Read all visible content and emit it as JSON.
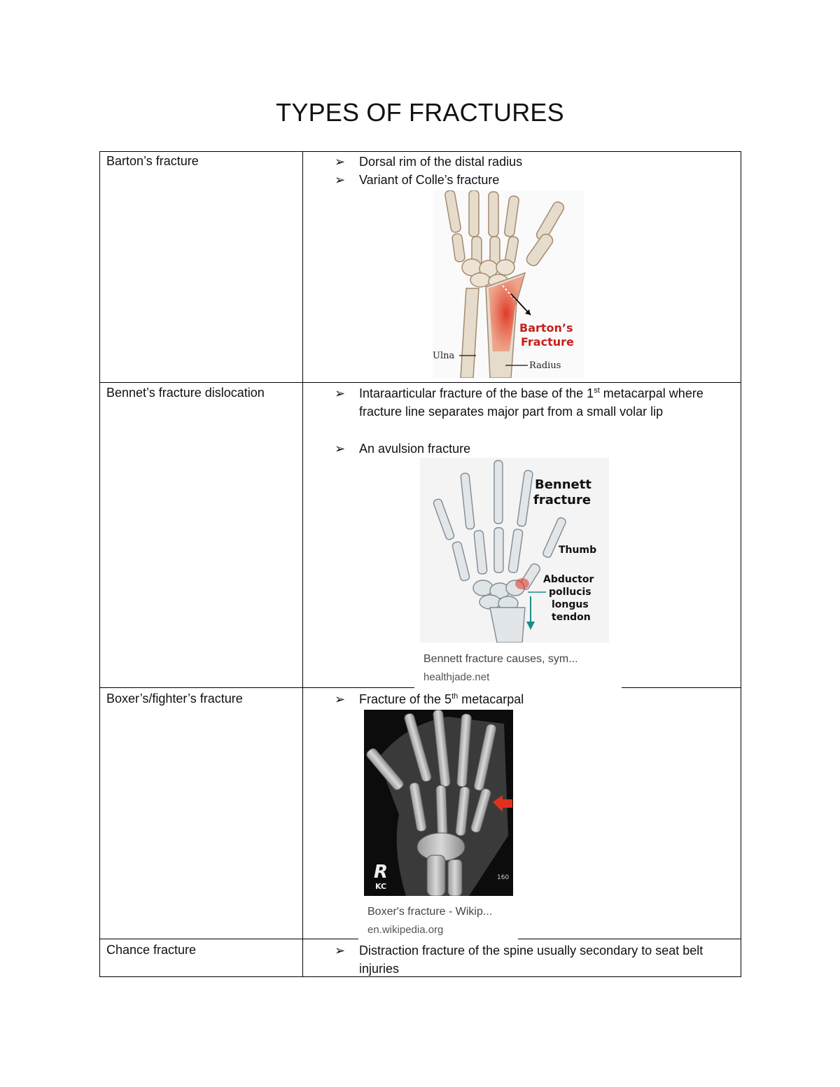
{
  "title": "TYPES OF FRACTURES",
  "rows": [
    {
      "name": "Barton’s fracture",
      "bullets": [
        "Dorsal rim of the distal radius",
        "Variant of Colle’s fracture"
      ],
      "figure": {
        "label_main": "Barton’s",
        "label_main2": "Fracture",
        "ulna": "Ulna",
        "radius": "Radius"
      }
    },
    {
      "name": "Bennet’s fracture dislocation",
      "bullet1_pre": "Intaraarticular fracture of the base of the 1",
      "bullet1_sup": "st",
      "bullet1_post": " metacarpal where fracture line separates major part from a small volar lip",
      "bullet2": "An avulsion fracture",
      "figure": {
        "title1": "Bennett",
        "title2": "fracture",
        "thumb": "Thumb",
        "t1": "Abductor",
        "t2": "pollucis",
        "t3": "longus",
        "t4": "tendon"
      },
      "caption": "Bennett fracture causes, sym...",
      "source": "healthjade.net"
    },
    {
      "name": "Boxer’s/fighter’s fracture",
      "bullet_pre": "Fracture of the 5",
      "bullet_sup": "th",
      "bullet_post": " metacarpal",
      "figure": {
        "marker": "R",
        "marker_sub": "KC",
        "scale": "160"
      },
      "caption": "Boxer's fracture - Wikip...",
      "source": "en.wikipedia.org"
    },
    {
      "name": "Chance fracture",
      "bullet": "Distraction fracture of the spine usually secondary to seat belt injuries"
    }
  ],
  "arrow_glyph": "➢",
  "colors": {
    "fracture_red": "#e0301e",
    "bone": "#e6dccb",
    "teal": "#1b8a8a"
  }
}
